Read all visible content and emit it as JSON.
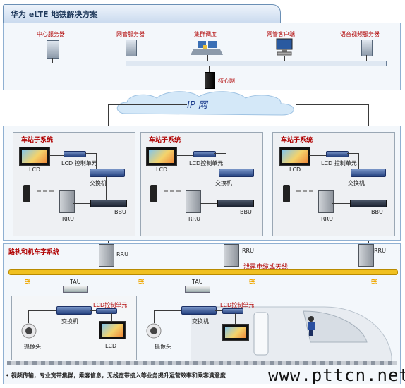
{
  "title": "华为 eLTE 地铁解决方案",
  "top_panel": {
    "servers": [
      {
        "label": "中心服务器",
        "icon": "server-icon"
      },
      {
        "label": "网管服务器",
        "icon": "server-icon"
      },
      {
        "label": "集群调度",
        "icon": "dispatch-console-icon"
      },
      {
        "label": "网管客户端",
        "icon": "desktop-pc-icon"
      },
      {
        "label": "语音视频服务器",
        "icon": "server-icon"
      }
    ],
    "core_label": "核心网"
  },
  "cloud_label": "IP 网",
  "stations": [
    {
      "title": "车站子系统",
      "lcd": "LCD",
      "lcd_ctrl": "LCD 控制单元",
      "switch": "交换机",
      "rru": "RRU",
      "bbu": "BBU"
    },
    {
      "title": "车站子系统",
      "lcd": "LCD",
      "lcd_ctrl": "LCD控制单元",
      "switch": "交换机",
      "rru": "RRU",
      "bbu": "BBU"
    },
    {
      "title": "车站子系统",
      "lcd": "LCD",
      "lcd_ctrl": "LCD 控制单元",
      "switch": "交换机",
      "rru": "RRU",
      "bbu": "BBU"
    }
  ],
  "track": {
    "title": "路轨和机车字系统",
    "rru_labels": [
      "RRU",
      "RRU",
      "RRU"
    ],
    "cable_label": "泄露电缆或天线"
  },
  "trains": [
    {
      "tau": "TAU",
      "lcd_ctrl": "LCD控制单元",
      "switch": "交换机",
      "camera": "摄像头",
      "lcd": "LCD"
    },
    {
      "tau": "TAU",
      "lcd_ctrl": "LCD控制单元",
      "switch": "交换机",
      "camera": "摄像头"
    }
  ],
  "footer": "• 视频传输，专业宽带集群，乘客信息，无线宽带接入等业务提升运营效率和乘客满意度",
  "watermark": "www.pttcn.net",
  "colors": {
    "label_red": "#b00000",
    "cable_yellow": "#f0c020",
    "panel_blue": "#8fb0d2"
  }
}
